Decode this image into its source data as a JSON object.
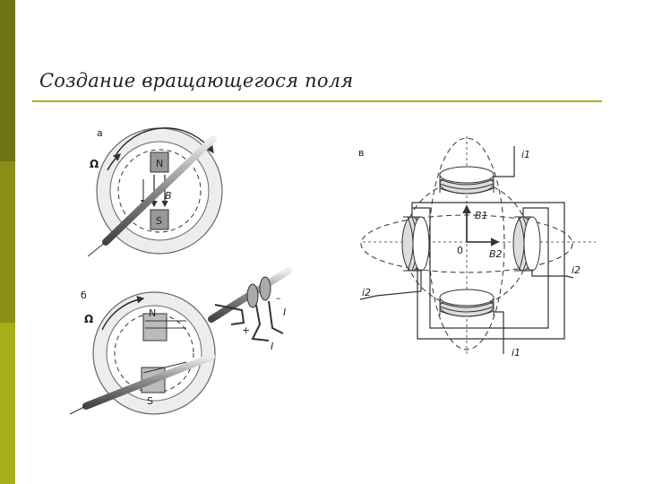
{
  "slide": {
    "title": "Создание вращающегося поля",
    "colors": {
      "sidebar_top": "#6e7313",
      "sidebar_mid": "#8a9016",
      "sidebar_bot": "#a6ae1a",
      "rule": "#b3ad2a"
    }
  },
  "panel_a": {
    "label": "а",
    "omega": "Ω",
    "north": "N",
    "south": "S",
    "field": "B"
  },
  "panel_b": {
    "label": "б",
    "omega": "Ω",
    "north": "N",
    "south": "S",
    "minus": "–",
    "plus": "+",
    "current_1": "I",
    "current_2": "I"
  },
  "panel_c": {
    "label": "в",
    "i1_top": "i1",
    "i1_bottom": "i1",
    "i2_left": "i2",
    "i2_right": "i2",
    "b1": "B1",
    "b2": "B2",
    "origin": "0"
  }
}
